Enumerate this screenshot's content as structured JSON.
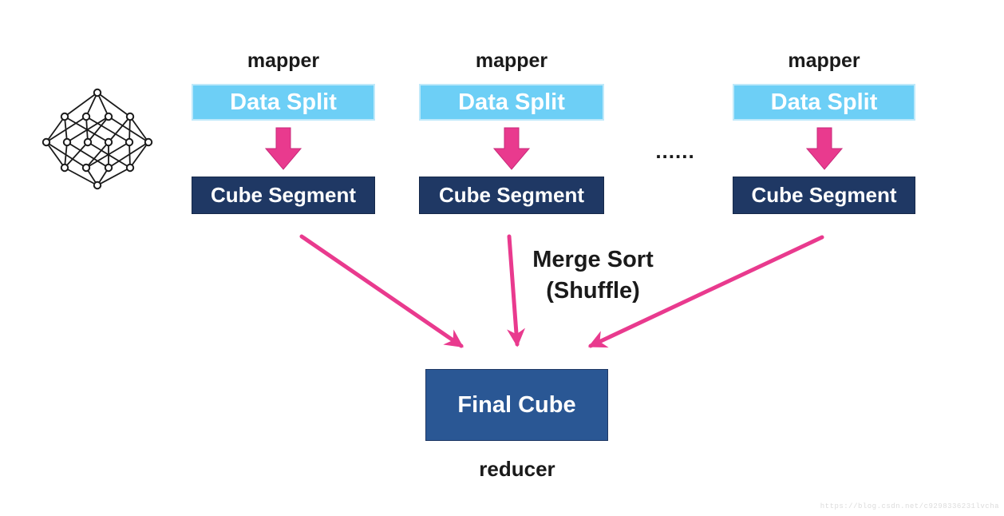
{
  "diagram": {
    "columns": [
      {
        "mapper_label": "mapper",
        "data_split_label": "Data Split",
        "cube_segment_label": "Cube Segment"
      },
      {
        "mapper_label": "mapper",
        "data_split_label": "Data Split",
        "cube_segment_label": "Cube Segment"
      },
      {
        "mapper_label": "mapper",
        "data_split_label": "Data Split",
        "cube_segment_label": "Cube Segment"
      }
    ],
    "ellipsis": "......",
    "merge_sort_line1": "Merge Sort",
    "merge_sort_line2": "(Shuffle)",
    "final_cube_label": "Final Cube",
    "reducer_label": "reducer",
    "watermark": "https://blog.csdn.net/c9298336231lvcha"
  },
  "icons": {
    "lattice": "cuboid-lattice-icon",
    "down_block_arrow": "down-arrow-icon",
    "converging_arrows": "merge-arrow-icons"
  },
  "colors": {
    "data_split_fill": "#6DCFF6",
    "cube_segment_fill": "#1F3864",
    "final_cube_fill": "#2A5794",
    "arrow_pink": "#E93A8E",
    "text_dark": "#1A1A1A",
    "box_text": "#FFFFFF",
    "watermark_gray": "#DCDCDC",
    "background": "#FFFFFF"
  }
}
